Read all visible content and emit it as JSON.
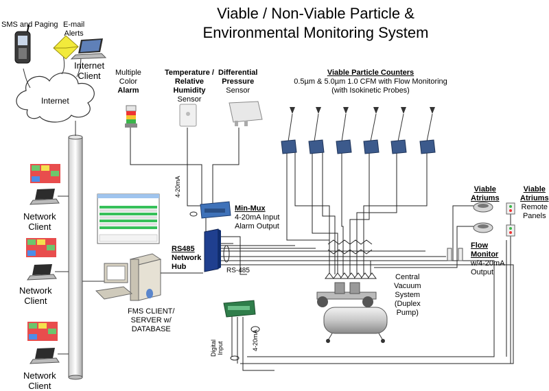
{
  "title": {
    "line1": "Viable / Non-Viable Particle &",
    "line2": "Environmental Monitoring System"
  },
  "labels": {
    "sms": "SMS and Paging",
    "email_1": "E-mail",
    "email_2": "Alerts",
    "internet_client_1": "Internet",
    "internet_client_2": "Client",
    "internet": "Internet",
    "network_client_1": "Network",
    "network_client_2": "Client",
    "alarm_1": "Multiple",
    "alarm_2": "Color",
    "alarm_3": "Alarm",
    "temp_1": "Temperature /",
    "temp_2": "Relative",
    "temp_3": "Humidity",
    "temp_4": "Sensor",
    "diff_1": "Differential",
    "diff_2": "Pressure",
    "diff_3": "Sensor",
    "vpc_title": "Viable Particle Counters",
    "vpc_2": "0.5µm & 5.0µm 1.0 CFM with Flow Monitoring",
    "vpc_3": "(with Isokinetic Probes)",
    "minmux_1": "Min-Mux",
    "minmux_2": "4-20mA Input",
    "minmux_3": "Alarm Output",
    "ma_vertical": "4-20mA",
    "ma_vertical_2": "4-20mA",
    "rs485_1": "RS485",
    "rs485_2": "Network",
    "rs485_3": "Hub",
    "rs485_line": "RS-485",
    "fms_1": "FMS CLIENT/",
    "fms_2": "SERVER  w/",
    "fms_3": "DATABASE",
    "vacuum_1": "Central",
    "vacuum_2": "Vacuum",
    "vacuum_3": "System",
    "vacuum_4": "(Duplex",
    "vacuum_5": "Pump)",
    "atriums_1": "Viable",
    "atriums_2": "Atriums",
    "panels_1": "Viable",
    "panels_2": "Atriums",
    "panels_3": "Remote",
    "panels_4": "Panels",
    "flow_1": "Flow",
    "flow_2": "Monitor",
    "flow_3": "w/4-20mA",
    "flow_4": "Output",
    "digital_1": "Digital",
    "digital_2": "Input"
  },
  "colors": {
    "line": "#222222",
    "device_blue": "#3c5a8c",
    "hub_blue": "#1f3f8f",
    "sensor_grey": "#d9d9d9",
    "green_board": "#2f7d4a"
  }
}
